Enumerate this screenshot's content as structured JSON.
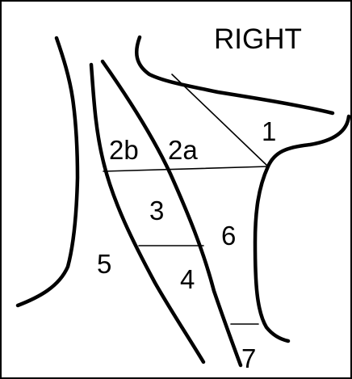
{
  "title": "RIGHT",
  "levels": {
    "level_1": "1",
    "level_2a": "2a",
    "level_2b": "2b",
    "level_3": "3",
    "level_4": "4",
    "level_5": "5",
    "level_6": "6",
    "level_7": "7"
  }
}
